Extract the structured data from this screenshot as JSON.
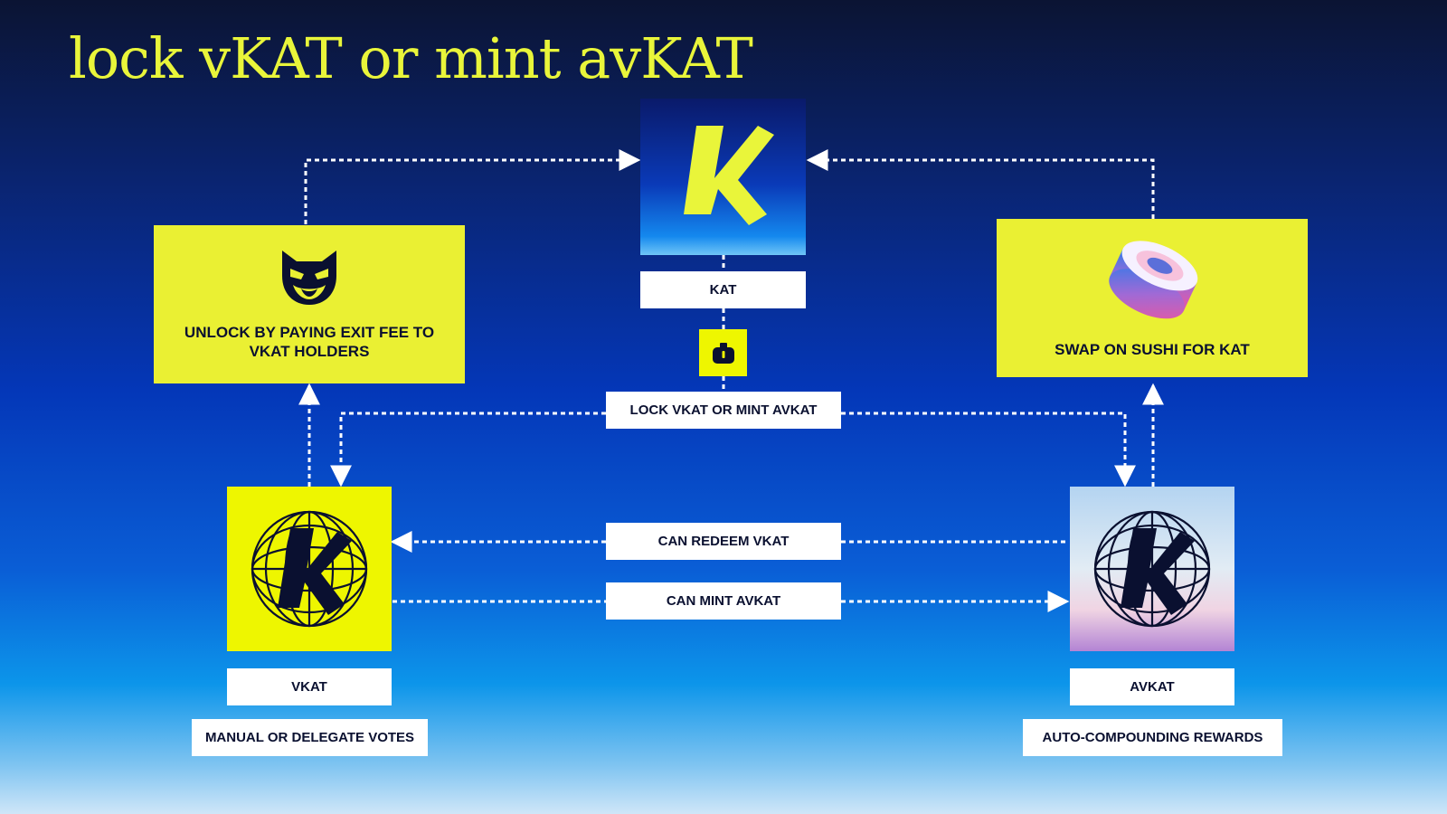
{
  "title": "lock vKAT or mint avKAT",
  "nodes": {
    "kat": {
      "label": "KAT"
    },
    "vkat": {
      "label": "VKAT",
      "sublabel": "MANUAL OR DELEGATE VOTES"
    },
    "avkat": {
      "label": "AVKAT",
      "sublabel": "AUTO-COMPOUNDING REWARDS"
    }
  },
  "cards": {
    "unlock": {
      "text": "UNLOCK BY PAYING EXIT FEE TO VKAT HOLDERS",
      "icon": "masked-face-icon"
    },
    "swap": {
      "text": "SWAP ON SUSHI FOR KAT",
      "icon": "sushi-icon"
    }
  },
  "edges": {
    "lock_or_mint": "LOCK VKAT OR MINT AVKAT",
    "can_redeem": "CAN REDEEM VKAT",
    "can_mint": "CAN MINT AVKAT"
  },
  "colors": {
    "accent_yellow": "#eaf033",
    "dark_navy": "#0a1030",
    "label_white": "#ffffff"
  }
}
